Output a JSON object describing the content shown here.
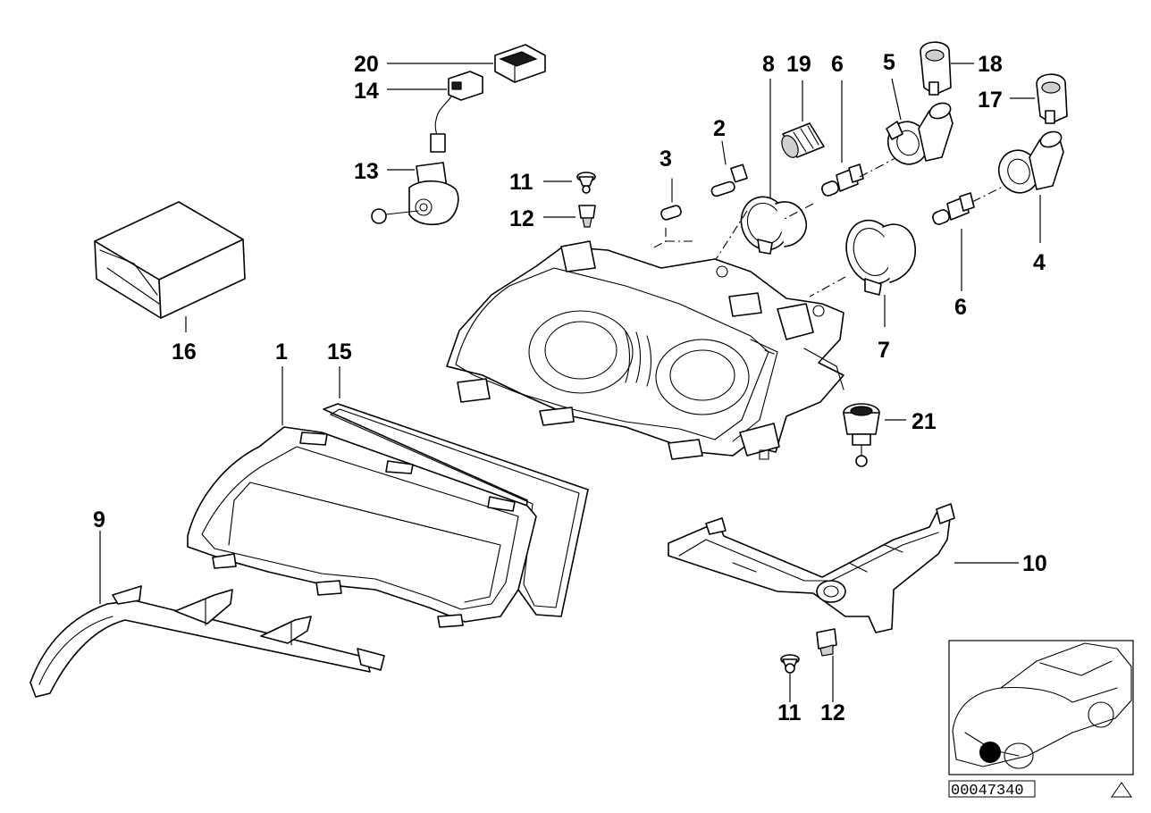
{
  "diagram": {
    "labels": {
      "l1": "1",
      "l2": "2",
      "l3": "3",
      "l4": "4",
      "l5": "5",
      "l6a": "6",
      "l6b": "6",
      "l7": "7",
      "l8": "8",
      "l9": "9",
      "l10": "10",
      "l11a": "11",
      "l11b": "11",
      "l12a": "12",
      "l12b": "12",
      "l13": "13",
      "l14": "14",
      "l15": "15",
      "l16": "16",
      "l17": "17",
      "l18": "18",
      "l19": "19",
      "l20": "20",
      "l21": "21"
    },
    "document_number": "00047340",
    "icons": [
      "headlight-housing",
      "headlight-lens",
      "lens-gasket",
      "headlight-trim-strip",
      "mounting-bracket",
      "bulb",
      "bulb-socket",
      "rubber-cap",
      "screw",
      "clip-nut",
      "control-module",
      "connector",
      "cable",
      "leveling-motor",
      "repair-kit-box",
      "car-location-thumbnail",
      "warning-triangle-icon"
    ]
  }
}
